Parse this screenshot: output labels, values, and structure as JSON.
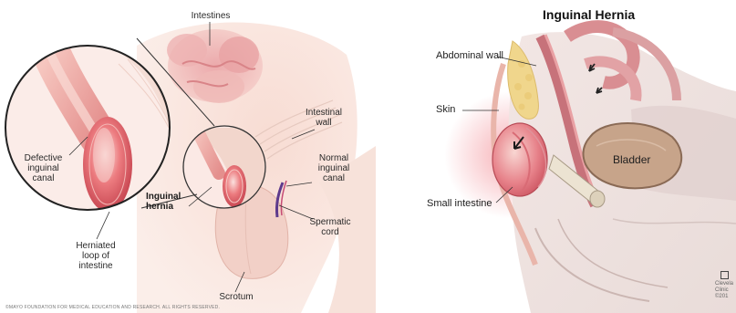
{
  "left": {
    "labels": {
      "intestines": "Intestines",
      "intestinal_wall": "Intestinal\nwall",
      "defective_canal": "Defective\ninguinal\ncanal",
      "normal_canal": "Normal\ninguinal\ncanal",
      "inguinal_hernia": "Inguinal\nhernia",
      "spermatic_cord": "Spermatic\ncord",
      "herniated_loop": "Herniated\nloop of\nintestine",
      "scrotum": "Scrotum"
    },
    "copyright": "©MAYO FOUNDATION FOR MEDICAL EDUCATION AND RESEARCH. ALL RIGHTS RESERVED."
  },
  "right": {
    "title": "Inguinal Hernia",
    "labels": {
      "abdominal_wall": "Abdominal wall",
      "skin": "Skin",
      "bladder": "Bladder",
      "small_intestine": "Small intestine"
    },
    "logo_lines": [
      "Clevela",
      "Clinic",
      "©201"
    ]
  },
  "colors": {
    "tissue_pink": "#f3c9c0",
    "hernia_red": "#e0606a",
    "fat_yellow": "#f0d68c",
    "bladder_tan": "#c7a48a"
  },
  "icons": [
    "leader-lines",
    "arrow-icon",
    "magnifier-circle"
  ]
}
